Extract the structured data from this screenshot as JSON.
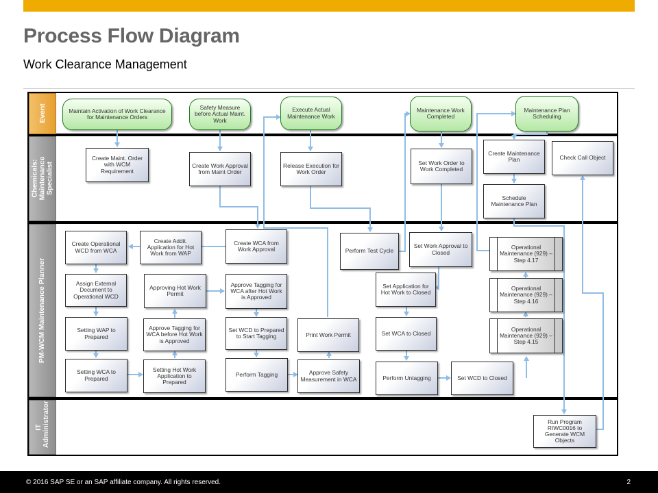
{
  "header": {
    "title": "Process Flow Diagram",
    "subtitle": "Work Clearance Management"
  },
  "lanes": {
    "event": "Event",
    "chem": "Chemicals: Maintenance Specialist",
    "pm": "PM-WCM Maintenance Planner",
    "it": "IT Administrator"
  },
  "events": {
    "e1": "Maintain Activation of Work Clearance for Maintenance Orders",
    "e2": "Safety Measure before Actual Maint. Work",
    "e3": "Execute Actual Maintenance Work",
    "e4": "Maintenance Work Completed",
    "e5": "Maintenance Plan Scheduling"
  },
  "chem_boxes": {
    "c1": "Create Maint. Order with WCM Requirement",
    "c2": "Create Work Approval from Maint Order",
    "c3": "Release Execution for Work Order",
    "c4": "Set Work Order to Work Completed",
    "c5": "Create Maintenance Plan",
    "c6": "Schedule Maintenance Plan",
    "c7": "Check Call Object"
  },
  "pm_boxes": {
    "p1": "Create Operational WCD from WCA",
    "p2": "Create Addit. Application for Hot Work from WAP",
    "p3": "Create WCA from Work Approval",
    "p4": "Perform Test Cycle",
    "p5": "Set Work Approval to Closed",
    "p6": "Assign External Document to Operational WCD",
    "p7": "Approving Hot Work Permit",
    "p8": "Approve Tagging for WCA after Hot Work is Approved",
    "p9": "Set Application for Hot Work to Closed",
    "p10": "Setting WAP to Prepared",
    "p11": "Approve Tagging for WCA before Hot Work is Approved",
    "p12": "Set WCD to Prepared to Start Tagging",
    "p13": "Print Work Permit",
    "p14": "Set WCA to Closed",
    "p15": "Setting WCA to Prepared",
    "p16": "Setting Hot Work Application to Prepared",
    "p17": "Perform Tagging",
    "p18": "Approve Safety Measurement in WCA",
    "p19": "Perform Untagging",
    "p20": "Set WCD to Closed"
  },
  "sub_processes": {
    "s1": "Operational Maintenance (929) – Step 4.17",
    "s2": "Operational Maintenance (929) – Step 4.16",
    "s3": "Operational Maintenance (929) – Step 4.15"
  },
  "it_boxes": {
    "i1": "Run Program RIWC0016 to Generate WCM Objects"
  },
  "colors": {
    "brand_bar": "#f0ab00",
    "connector": "#8fbde6",
    "event_fill": "#b5e8a5",
    "event_border": "#1f7a1f"
  },
  "footer": {
    "copyright": "© 2016 SAP SE or an SAP affiliate company. All rights reserved.",
    "page_number": "2"
  }
}
